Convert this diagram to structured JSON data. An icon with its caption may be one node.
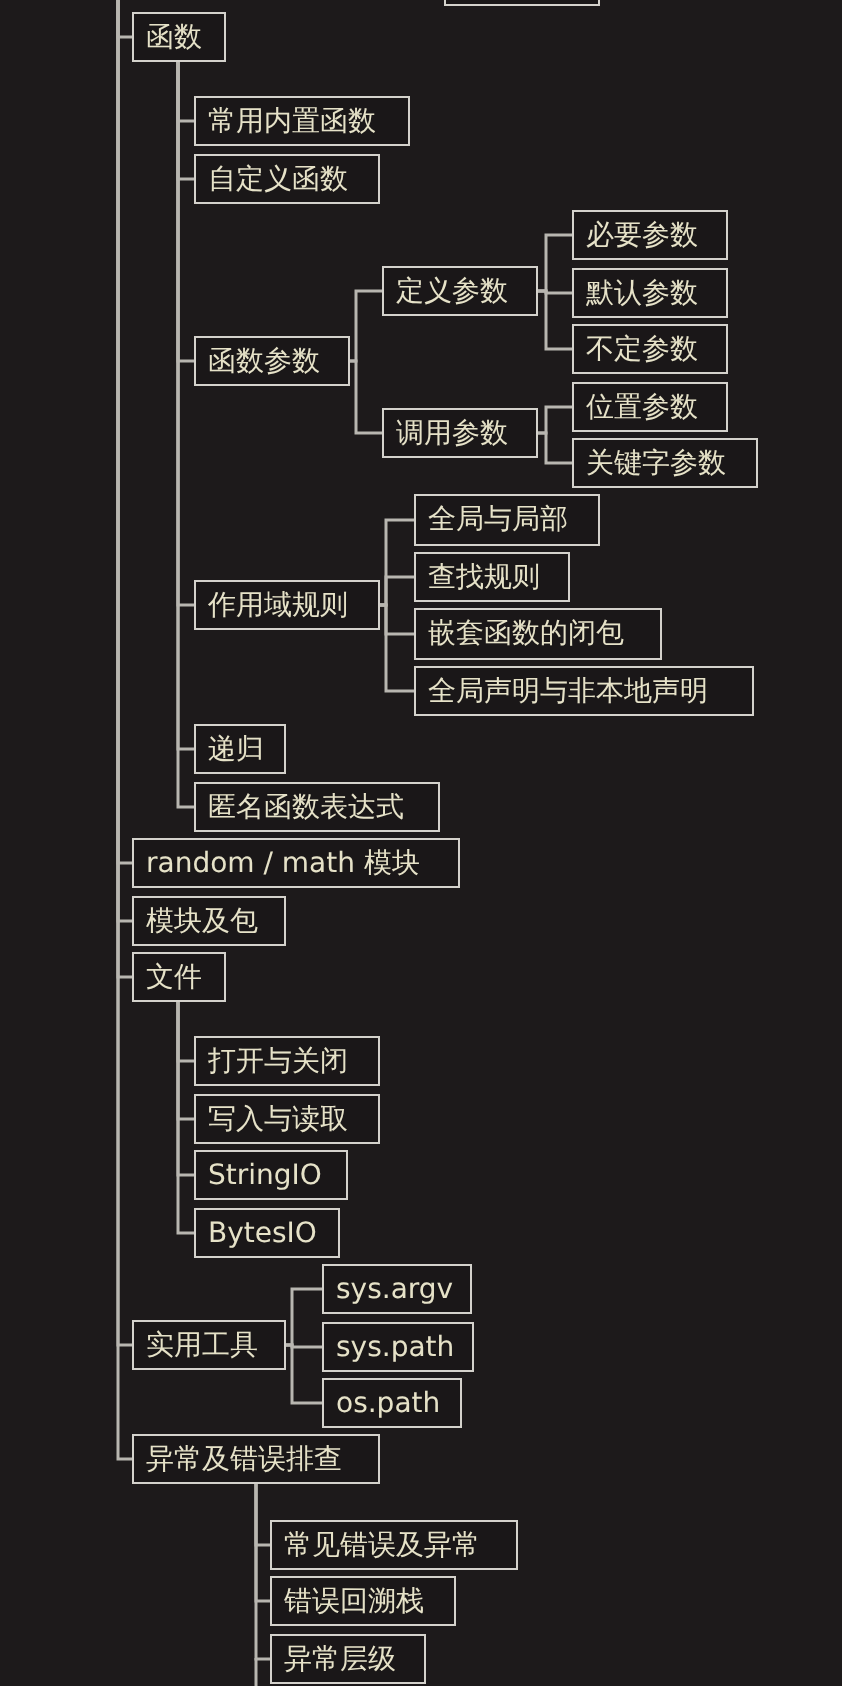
{
  "diagram": {
    "nodes": [
      {
        "text": [],
        "shape": "box"
      },
      {
        "text": [
          "函数"
        ]
      },
      {
        "text": [
          "常用内置函数"
        ]
      },
      {
        "text": [
          "自定义函数"
        ]
      },
      {
        "text": [
          "函数参数"
        ]
      },
      {
        "text": [
          "定义参数"
        ]
      },
      {
        "text": [
          "必要参数"
        ]
      },
      {
        "text": [
          "默认参数"
        ]
      },
      {
        "text": [
          "不定参数"
        ]
      },
      {
        "text": [
          "调用参数"
        ]
      },
      {
        "text": [
          "位置参数"
        ]
      },
      {
        "text": [
          "关键字参数"
        ]
      },
      {
        "text": [
          "作用域规则"
        ]
      },
      {
        "text": [
          "全局与局部"
        ]
      },
      {
        "text": [
          "查找规则"
        ]
      },
      {
        "text": [
          "嵌套函数的闭包"
        ]
      },
      {
        "text": [
          "全局声明与非本地声明"
        ]
      },
      {
        "text": [
          "递归"
        ]
      },
      {
        "text": [
          "匿名函数表达式"
        ]
      },
      {
        "text": [
          "random / math 模块"
        ]
      },
      {
        "text": [
          "模块及包"
        ]
      },
      {
        "text": [
          "文件"
        ]
      },
      {
        "text": [
          "打开与关闭"
        ]
      },
      {
        "text": [
          "写入与读取"
        ]
      },
      {
        "text": [
          "StringIO"
        ]
      },
      {
        "text": [
          "BytesIO"
        ]
      },
      {
        "text": [
          "实用工具"
        ]
      },
      {
        "text": [
          "sys.argv"
        ]
      },
      {
        "text": [
          "sys.path"
        ]
      },
      {
        "text": [
          "os.path"
        ]
      },
      {
        "text": [
          "异常及错误排查"
        ]
      },
      {
        "text": [
          "常见错误及异常"
        ]
      },
      {
        "text": [
          "错误回溯栈"
        ]
      },
      {
        "text": [
          "异常层级"
        ]
      }
    ],
    "edges": [
      {
        "from": null,
        "to": 1,
        "arrow": "none"
      },
      {
        "from": 1,
        "to": 2,
        "arrow": "none"
      },
      {
        "from": 1,
        "to": 3,
        "arrow": "none"
      },
      {
        "from": 1,
        "to": 4,
        "arrow": "none"
      },
      {
        "from": 4,
        "to": 5,
        "arrow": "none"
      },
      {
        "from": 5,
        "to": 6,
        "arrow": "none"
      },
      {
        "from": 5,
        "to": 7,
        "arrow": "none"
      },
      {
        "from": 5,
        "to": 8,
        "arrow": "none"
      },
      {
        "from": 4,
        "to": 9,
        "arrow": "none"
      },
      {
        "from": 9,
        "to": 10,
        "arrow": "none"
      },
      {
        "from": 9,
        "to": 11,
        "arrow": "none"
      },
      {
        "from": 1,
        "to": 12,
        "arrow": "none"
      },
      {
        "from": 12,
        "to": 13,
        "arrow": "none"
      },
      {
        "from": 12,
        "to": 14,
        "arrow": "none"
      },
      {
        "from": 12,
        "to": 15,
        "arrow": "none"
      },
      {
        "from": 12,
        "to": 16,
        "arrow": "none"
      },
      {
        "from": 1,
        "to": 17,
        "arrow": "none"
      },
      {
        "from": 1,
        "to": 18,
        "arrow": "none"
      },
      {
        "from": null,
        "to": 19,
        "arrow": "none"
      },
      {
        "from": null,
        "to": 20,
        "arrow": "none"
      },
      {
        "from": null,
        "to": 21,
        "arrow": "none"
      },
      {
        "from": 21,
        "to": 22,
        "arrow": "none"
      },
      {
        "from": 21,
        "to": 23,
        "arrow": "none"
      },
      {
        "from": 21,
        "to": 24,
        "arrow": "none"
      },
      {
        "from": 21,
        "to": 25,
        "arrow": "none"
      },
      {
        "from": null,
        "to": 26,
        "arrow": "none"
      },
      {
        "from": 26,
        "to": 27,
        "arrow": "none"
      },
      {
        "from": 26,
        "to": 28,
        "arrow": "none"
      },
      {
        "from": 26,
        "to": 29,
        "arrow": "none"
      },
      {
        "from": null,
        "to": 30,
        "arrow": "none"
      },
      {
        "from": 30,
        "to": 31,
        "arrow": "none"
      },
      {
        "from": 30,
        "to": 32,
        "arrow": "none"
      },
      {
        "from": 30,
        "to": 33,
        "arrow": "none"
      }
    ]
  }
}
